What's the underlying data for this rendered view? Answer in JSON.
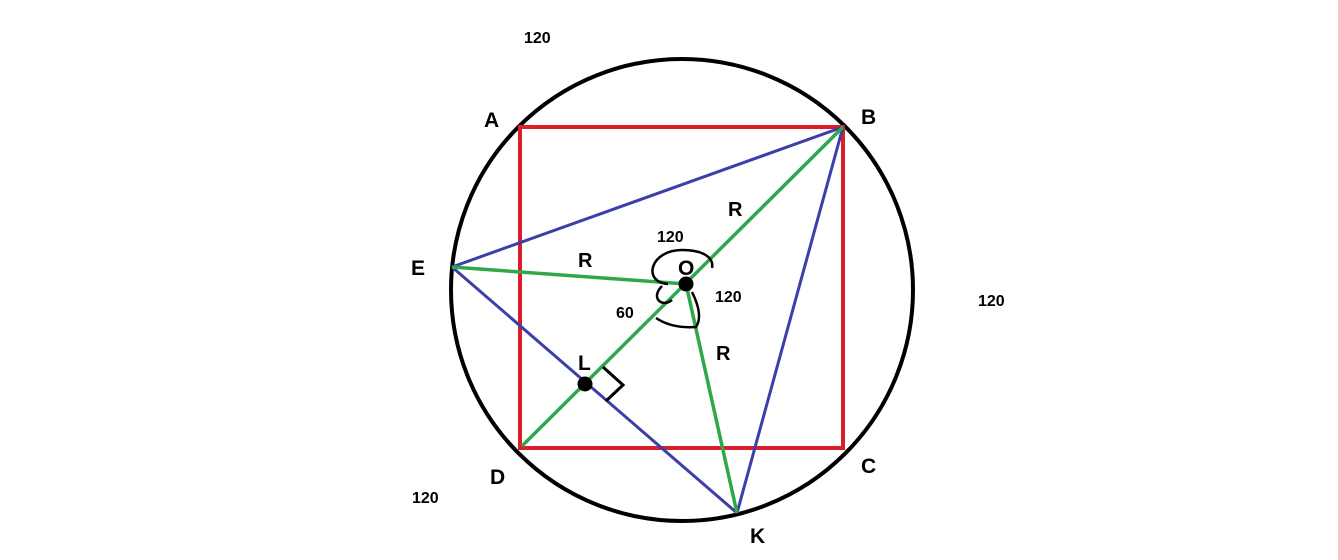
{
  "points": {
    "A": "A",
    "B": "B",
    "C": "C",
    "D": "D",
    "E": "E",
    "K": "K",
    "O": "O",
    "L": "L"
  },
  "radius_labels": {
    "ob": "R",
    "oe": "R",
    "ok": "R"
  },
  "angle_labels": {
    "top_left": "120",
    "right": "120",
    "bottom_left": "120",
    "center_top": "120",
    "center_right": "120",
    "center_bottom": "60"
  },
  "colors": {
    "circle": "#000000",
    "square": "#d9202a",
    "radii": "#2ea84a",
    "chords": "#3b3fa8",
    "points": "#000000"
  }
}
